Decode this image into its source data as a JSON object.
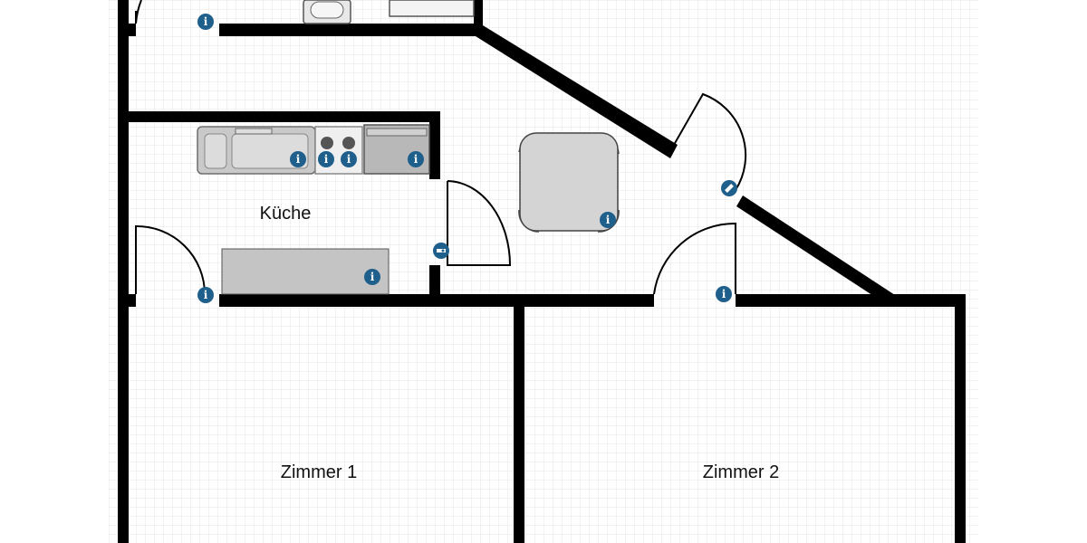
{
  "rooms": {
    "kitchen": "Küche",
    "room1": "Zimmer 1",
    "room2": "Zimmer 2"
  },
  "icons": {
    "info": "i"
  },
  "colors": {
    "wall": "#000000",
    "grid": "#e4e4e4",
    "furniture": "#c9c9c9",
    "info_marker": "#1f5f8b"
  }
}
